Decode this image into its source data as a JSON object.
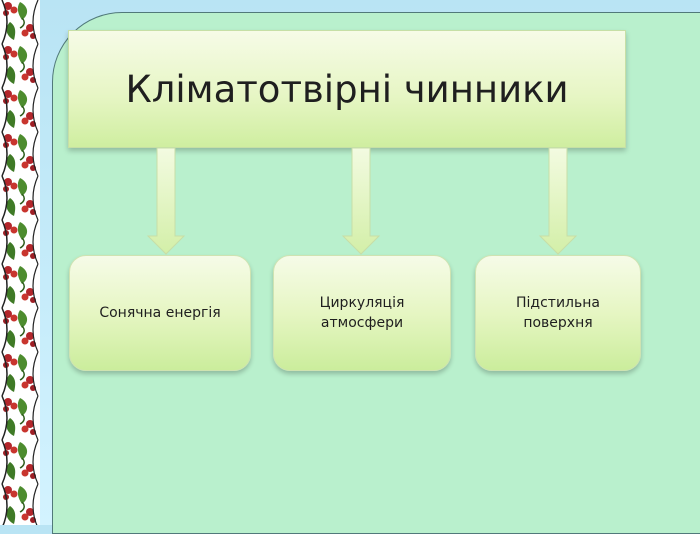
{
  "title": "Кліматотвірні чинники",
  "factors": [
    {
      "label": "Сонячна енергія"
    },
    {
      "label": "Циркуляція\nатмосфери"
    },
    {
      "label": "Підстильна\nповерхня"
    }
  ],
  "colors": {
    "background": "#c6ecfa",
    "panel": "#b9f0cd",
    "box_light": "#f6fbe8",
    "box_dark": "#cbed9c",
    "ornament_red": "#b3262b",
    "ornament_green": "#4d8c2e"
  }
}
